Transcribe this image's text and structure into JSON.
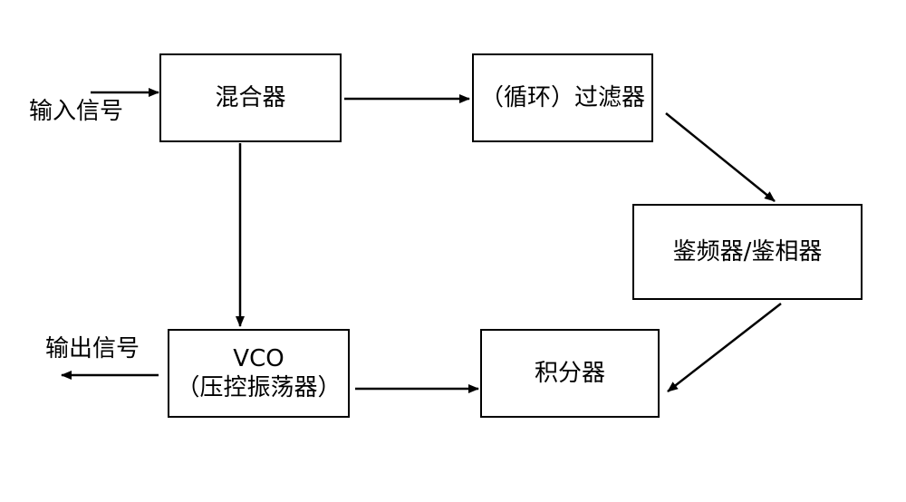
{
  "labels": {
    "input_signal": "输入信号",
    "output_signal": "输出信号"
  },
  "blocks": {
    "mixer": "混合器",
    "loop_filter": "（循环）过滤器",
    "discriminator": "鉴频器/鉴相器",
    "integrator": "积分器",
    "vco_line1": "VCO",
    "vco_line2": "（压控振荡器）"
  }
}
